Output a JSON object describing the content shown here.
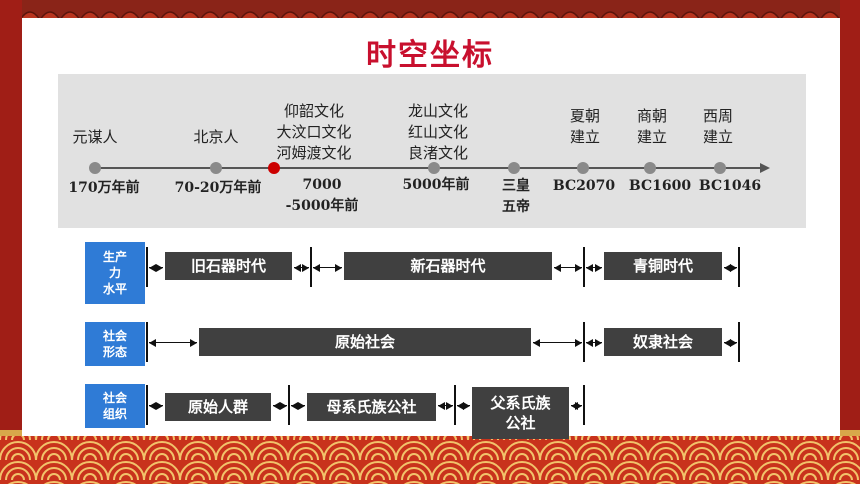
{
  "title": "时空坐标",
  "colors": {
    "frame_red": "#b8241c",
    "title_red": "#c8102e",
    "label_blue": "#2f7bd6",
    "segment_dark": "#404040",
    "dot_gray": "#8a8a8a",
    "dot_red": "#cc0000"
  },
  "timeline": {
    "events": [
      {
        "lines": [
          "元谋人"
        ]
      },
      {
        "lines": [
          "北京人"
        ]
      },
      {
        "lines": [
          "仰韶文化",
          "大汶口文化",
          "河姆渡文化"
        ]
      },
      {
        "lines": [
          "龙山文化",
          "红山文化",
          "良渚文化"
        ]
      },
      {
        "lines": [
          "夏朝",
          "建立"
        ]
      },
      {
        "lines": [
          "商朝",
          "建立"
        ]
      },
      {
        "lines": [
          "西周",
          "建立"
        ]
      }
    ],
    "dates": [
      {
        "lines": [
          "170万年前"
        ]
      },
      {
        "lines": [
          "70-20万年前"
        ]
      },
      {
        "lines": [
          "7000",
          "-5000年前"
        ]
      },
      {
        "lines": [
          "5000年前"
        ]
      },
      {
        "lines": [
          "三皇",
          "五帝"
        ]
      },
      {
        "lines": [
          "BC2070"
        ]
      },
      {
        "lines": [
          "BC1600"
        ]
      },
      {
        "lines": [
          "BC1046"
        ]
      }
    ]
  },
  "rows": [
    {
      "label": [
        "生产",
        "力",
        "水平"
      ],
      "segments": [
        "旧石器时代",
        "新石器时代",
        "青铜时代"
      ]
    },
    {
      "label": [
        "社会",
        "形态"
      ],
      "segments": [
        "原始社会",
        "奴隶社会"
      ]
    },
    {
      "label": [
        "社会",
        "组织"
      ],
      "segments": [
        "原始人群",
        "母系氏族公社",
        "父系氏族公社"
      ]
    }
  ]
}
